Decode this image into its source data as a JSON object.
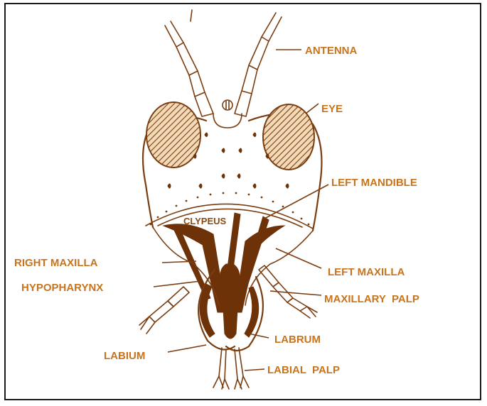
{
  "labels": {
    "antenna": "ANTENNA",
    "eye": "EYE",
    "left_mandible": "LEFT MANDIBLE",
    "clypeus": "CLYPEUS",
    "right_maxilla": "RIGHT MAXILLA",
    "left_maxilla": "LEFT MAXILLA",
    "hypopharynx": "HYPOPHARYNX",
    "maxillary_palp": "MAXILLARY  PALP",
    "labrum": "LABRUM",
    "labium": "LABIUM",
    "labial_palp": "LABIAL  PALP"
  },
  "colors": {
    "label": "#c8741c",
    "ink": "#7a3d10",
    "border": "#1a1a1a"
  }
}
